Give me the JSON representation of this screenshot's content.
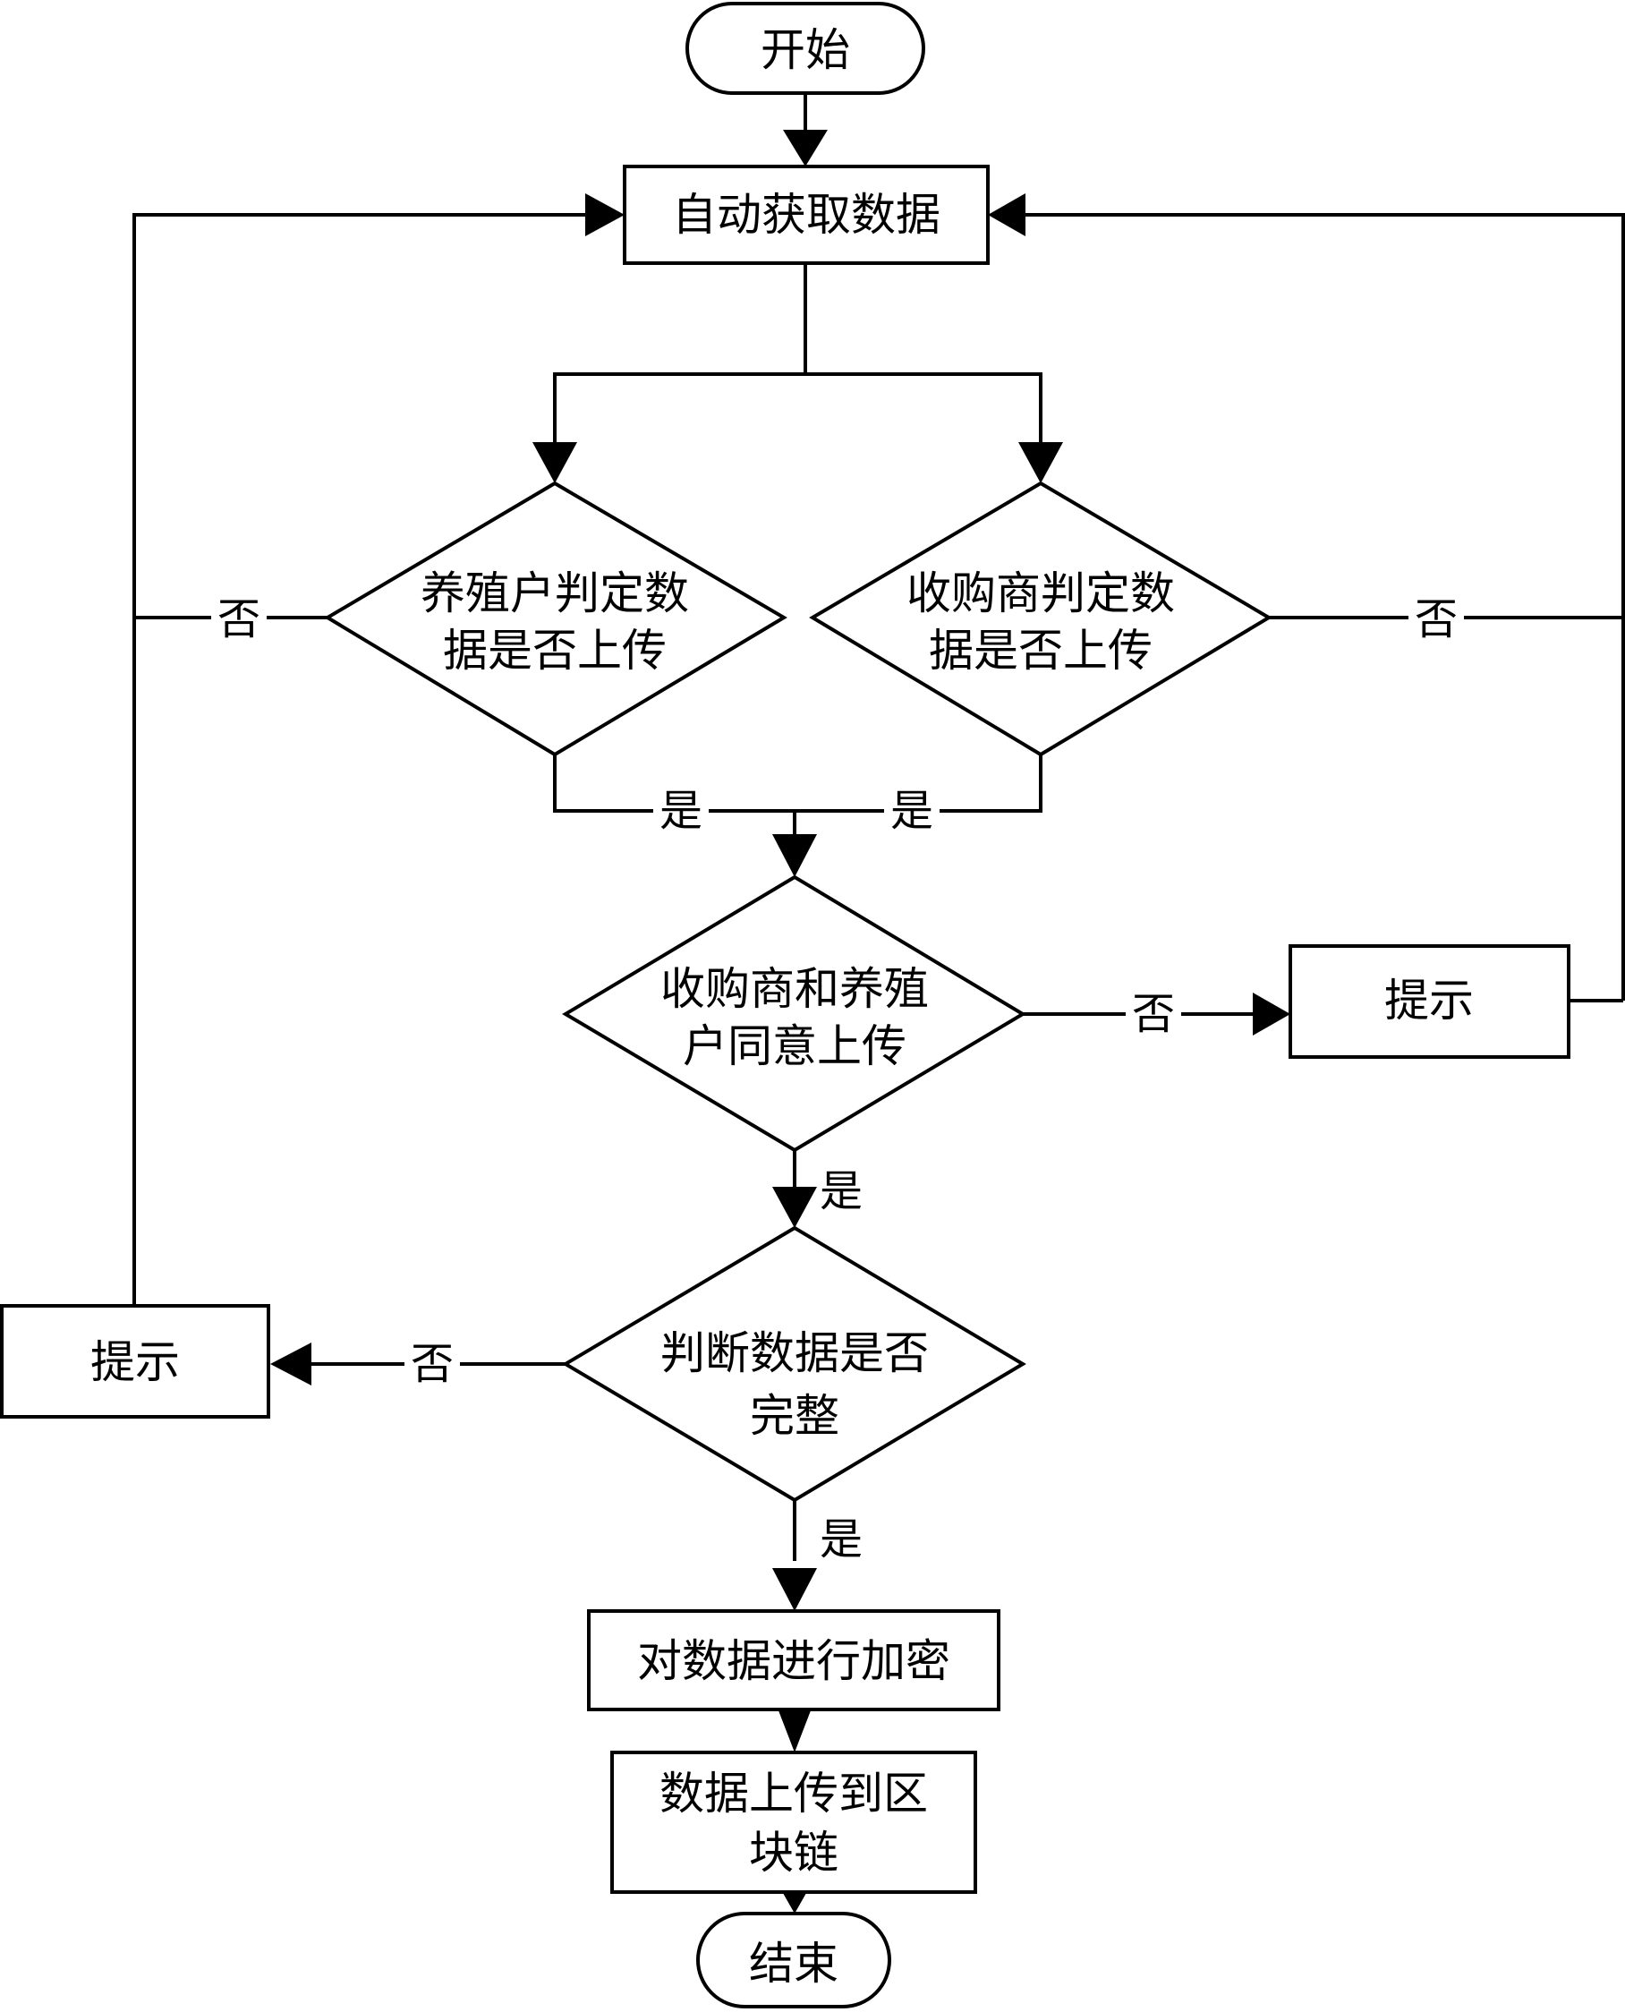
{
  "nodes": {
    "start": "开始",
    "fetch": "自动获取数据",
    "farmer_check": [
      "养殖户判定数",
      "据是否上传"
    ],
    "buyer_check": [
      "收购商判定数",
      "据是否上传"
    ],
    "consent": [
      "收购商和养殖",
      "户同意上传"
    ],
    "prompt_right": "提示",
    "completeness": [
      "判断数据是否",
      "完整"
    ],
    "prompt_left": "提示",
    "encrypt": "对数据进行加密",
    "upload": [
      "数据上传到区",
      "块链"
    ],
    "end": "结束"
  },
  "edges": {
    "yes": "是",
    "no": "否"
  }
}
